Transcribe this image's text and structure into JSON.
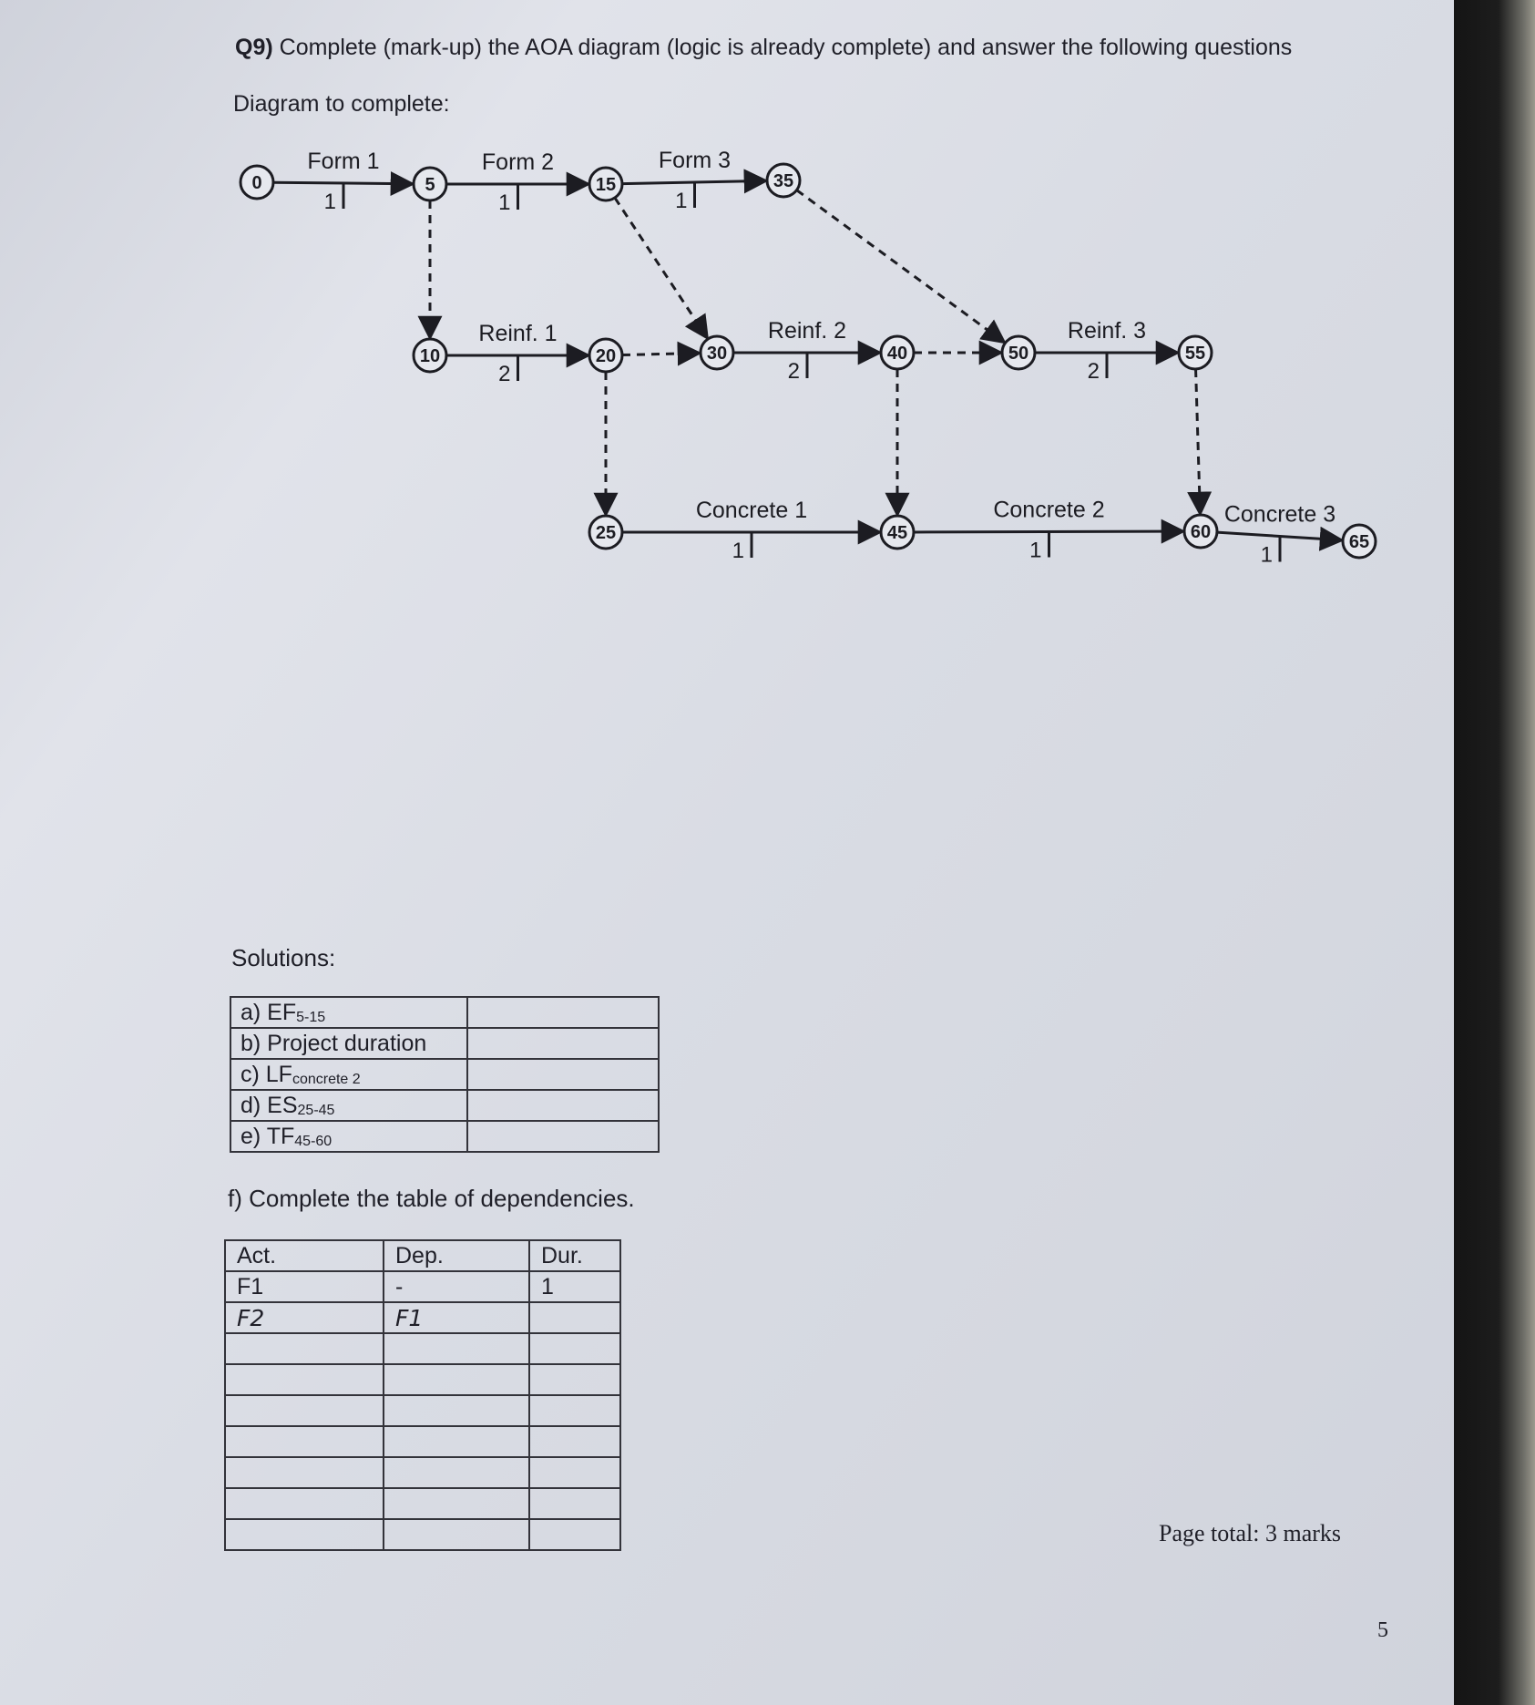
{
  "question": {
    "number": "Q9)",
    "text": "Complete (mark-up) the AOA diagram (logic is already complete) and answer the following questions"
  },
  "diagram_caption": "Diagram to complete:",
  "diagram": {
    "nodes": [
      "0",
      "5",
      "10",
      "15",
      "20",
      "25",
      "30",
      "35",
      "40",
      "45",
      "50",
      "55",
      "60",
      "65"
    ],
    "activities": [
      {
        "name": "Form 1",
        "duration": "1",
        "from": "0",
        "to": "5"
      },
      {
        "name": "Form 2",
        "duration": "1",
        "from": "5",
        "to": "15"
      },
      {
        "name": "Form 3",
        "duration": "1",
        "from": "15",
        "to": "35"
      },
      {
        "name": "Reinf. 1",
        "duration": "2",
        "from": "10",
        "to": "20"
      },
      {
        "name": "Reinf. 2",
        "duration": "2",
        "from": "30",
        "to": "40"
      },
      {
        "name": "Reinf. 3",
        "duration": "2",
        "from": "50",
        "to": "55"
      },
      {
        "name": "Concrete 1",
        "duration": "1",
        "from": "25",
        "to": "45"
      },
      {
        "name": "Concrete 2",
        "duration": "1",
        "from": "45",
        "to": "60"
      },
      {
        "name": "Concrete 3",
        "duration": "1",
        "from": "60",
        "to": "65"
      }
    ],
    "dummies": [
      {
        "from": "5",
        "to": "10"
      },
      {
        "from": "15",
        "to": "30"
      },
      {
        "from": "20",
        "to": "30"
      },
      {
        "from": "20",
        "to": "25"
      },
      {
        "from": "35",
        "to": "50"
      },
      {
        "from": "40",
        "to": "50"
      },
      {
        "from": "40",
        "to": "45"
      },
      {
        "from": "55",
        "to": "60"
      }
    ]
  },
  "solutions": {
    "label": "Solutions:",
    "rows": [
      {
        "prefix": "a) EF",
        "sub": "5-15",
        "answer": ""
      },
      {
        "prefix": "b) Project duration",
        "sub": "",
        "answer": ""
      },
      {
        "prefix": "c) LF",
        "sub": "concrete 2",
        "answer": ""
      },
      {
        "prefix": "d) ES",
        "sub": "25-45",
        "answer": ""
      },
      {
        "prefix": "e) TF",
        "sub": "45-60",
        "answer": ""
      }
    ]
  },
  "dependencies": {
    "instruction": "f) Complete the table of dependencies.",
    "headers": [
      "Act.",
      "Dep.",
      "Dur."
    ],
    "rows": [
      [
        "F1",
        "-",
        "1"
      ],
      [
        "F2",
        "F1",
        ""
      ],
      [
        "",
        "",
        ""
      ],
      [
        "",
        "",
        ""
      ],
      [
        "",
        "",
        ""
      ],
      [
        "",
        "",
        ""
      ],
      [
        "",
        "",
        ""
      ],
      [
        "",
        "",
        ""
      ],
      [
        "",
        "",
        ""
      ]
    ]
  },
  "page_total": "Page total: 3 marks",
  "page_number": "5"
}
